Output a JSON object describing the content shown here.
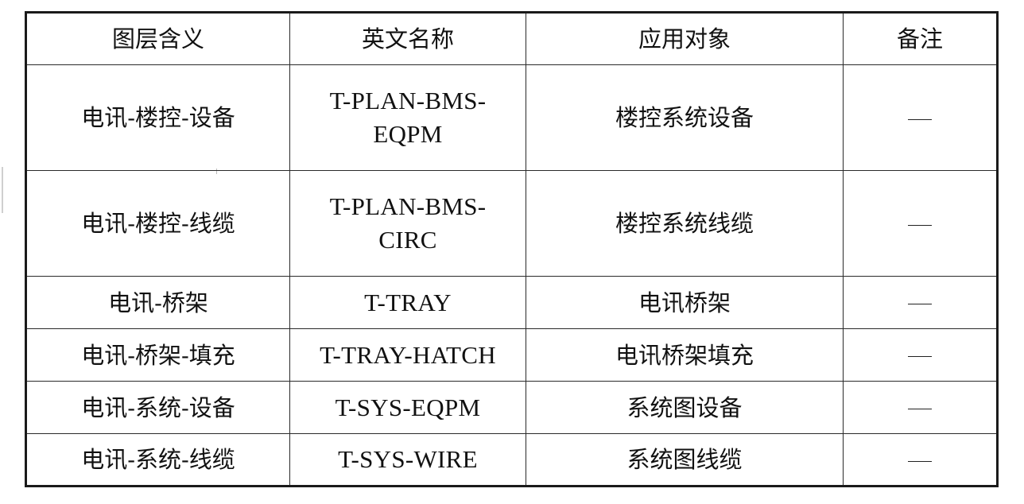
{
  "table": {
    "headers": [
      "图层含义",
      "英文名称",
      "应用对象",
      "备注"
    ],
    "rows": [
      {
        "meaning": "电讯-楼控-设备",
        "name_line1": "T-PLAN-BMS-",
        "name_line2": "EQPM",
        "object": "楼控系统设备",
        "note": "—"
      },
      {
        "meaning": "电讯-楼控-线缆",
        "name_line1": "T-PLAN-BMS-",
        "name_line2": "CIRC",
        "object": "楼控系统线缆",
        "note": "—"
      },
      {
        "meaning": "电讯-桥架",
        "name": "T-TRAY",
        "object": "电讯桥架",
        "note": "—"
      },
      {
        "meaning": "电讯-桥架-填充",
        "name": "T-TRAY-HATCH",
        "object": "电讯桥架填充",
        "note": "—"
      },
      {
        "meaning": "电讯-系统-设备",
        "name": "T-SYS-EQPM",
        "object": "系统图设备",
        "note": "—"
      },
      {
        "meaning": "电讯-系统-线缆",
        "name": "T-SYS-WIRE",
        "object": "系统图线缆",
        "note": "—"
      }
    ]
  }
}
